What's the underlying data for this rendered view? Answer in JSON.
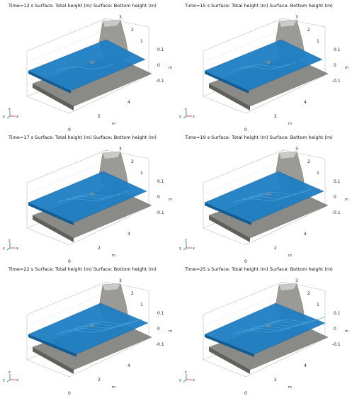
{
  "panels": [
    {
      "time": "Time=12 s",
      "surface1": "Surface: Total height (m)",
      "surface2": "Surface: Bottom height (m)"
    },
    {
      "time": "Time=15 s",
      "surface1": "Surface: Total height (m)",
      "surface2": "Surface: Bottom height (m)"
    },
    {
      "time": "Time=17 s",
      "surface1": "Surface: Total height (m)",
      "surface2": "Surface: Bottom height (m)"
    },
    {
      "time": "Time=19 s",
      "surface1": "Surface: Total height (m)",
      "surface2": "Surface: Bottom height (m)"
    },
    {
      "time": "Time=22 s",
      "surface1": "Surface: Total height (m)",
      "surface2": "Surface: Bottom height (m)"
    },
    {
      "time": "Time=25 s",
      "surface1": "Surface: Total height (m)",
      "surface2": "Surface: Bottom height (m)"
    }
  ],
  "axes": {
    "y_ticks": [
      "3",
      "2",
      "1"
    ],
    "z_ticks": [
      "0.1",
      "0",
      "-0.1"
    ],
    "x_ticks": [
      "0",
      "2",
      "4"
    ],
    "unit": "m",
    "triad_x": "x",
    "triad_y": "y",
    "triad_z": "z"
  },
  "colors": {
    "water": "#1f7fc4",
    "water_light": "#4aa7e0",
    "bed": "#8a8a86",
    "bed_dark": "#5f5f5c",
    "box": "#bdbdbd"
  }
}
